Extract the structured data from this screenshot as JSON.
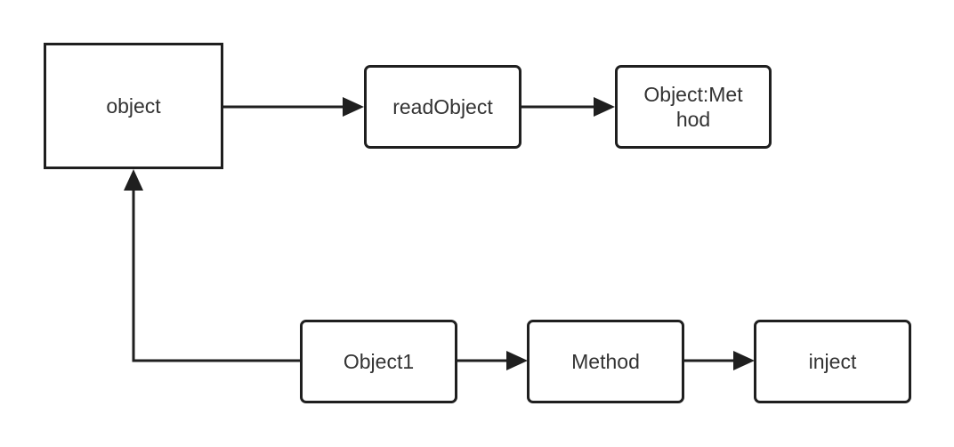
{
  "diagram": {
    "nodes": {
      "object": {
        "label": "object"
      },
      "readObject": {
        "label": "readObject"
      },
      "objectMethod": {
        "label": "Object:Met\nhod"
      },
      "object1": {
        "label": "Object1"
      },
      "method": {
        "label": "Method"
      },
      "inject": {
        "label": "inject"
      }
    },
    "edges": [
      {
        "from": "object",
        "to": "readObject"
      },
      {
        "from": "readObject",
        "to": "objectMethod"
      },
      {
        "from": "object1",
        "to": "object"
      },
      {
        "from": "object1",
        "to": "method"
      },
      {
        "from": "method",
        "to": "inject"
      }
    ],
    "colors": {
      "stroke": "#1f1f1f",
      "text": "#333333",
      "background": "#ffffff"
    }
  }
}
